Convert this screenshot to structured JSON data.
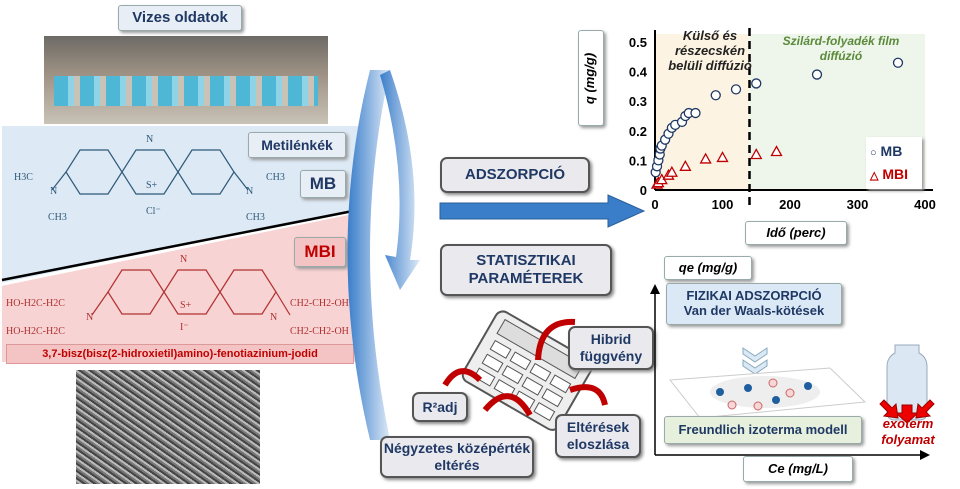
{
  "left": {
    "aqueous_label": "Vizes oldatok",
    "mb_name": "Metilénkék",
    "mb_abbr": "MB",
    "mb_groups": {
      "left_top": "H3C",
      "left_bottom": "CH3",
      "right_top": "CH3",
      "right_bottom": "CH3",
      "n_top": "N",
      "s": "S+",
      "counter_ion": "Cl⁻",
      "n_left": "N",
      "n_right": "N"
    },
    "mbi_abbr": "MBI",
    "mbi_groups": {
      "left_top": "HO-H2C-H2C",
      "left_bottom": "HO-H2C-H2C",
      "right_top": "CH2-CH2-OH",
      "right_bottom": "CH2-CH2-OH",
      "n_top": "N",
      "s": "S+",
      "counter_ion": "I⁻",
      "n_left": "N",
      "n_right": "N"
    },
    "mbi_name": "3,7-bisz(bisz(2-hidroxietil)amino)-fenotiazinium-jodid"
  },
  "middle": {
    "adsorption_label": "ADSZORPCIÓ",
    "stats_label_1": "STATISZTIKAI",
    "stats_label_2": "PARAMÉTEREK",
    "hybrid": "Hibrid függvény",
    "r2": "R²adj",
    "rmse": "Négyzetes középérték eltérés",
    "residuals": "Eltérések eloszlása"
  },
  "colors": {
    "mb": "#1f3864",
    "mbi": "#c00000",
    "arrow": "#3a7dc9"
  },
  "chart_data": {
    "type": "scatter",
    "xlabel": "Idő (perc)",
    "ylabel": "q (mg/g)",
    "xlim": [
      0,
      400
    ],
    "ylim": [
      0,
      0.5
    ],
    "xticks": [
      "0",
      "100",
      "200",
      "300",
      "400"
    ],
    "yticks": [
      "0",
      "0.1",
      "0.2",
      "0.3",
      "0.4",
      "0.5"
    ],
    "divider_x": 140,
    "region_left": "Külső és részecskén belüli diffúzió",
    "region_right": "Szilárd-folyadék film diffúzió",
    "legend_position": "bottom-right",
    "series": [
      {
        "name": "MB",
        "marker": "circle",
        "x": [
          1,
          3,
          5,
          7,
          8,
          10,
          15,
          20,
          25,
          30,
          40,
          45,
          50,
          60,
          90,
          120,
          150,
          240,
          360
        ],
        "y": [
          0.06,
          0.08,
          0.1,
          0.12,
          0.14,
          0.15,
          0.17,
          0.19,
          0.21,
          0.22,
          0.23,
          0.25,
          0.26,
          0.26,
          0.32,
          0.34,
          0.36,
          0.39,
          0.43
        ]
      },
      {
        "name": "MBI",
        "marker": "triangle",
        "x": [
          3,
          5,
          10,
          20,
          25,
          45,
          75,
          100,
          150,
          180
        ],
        "y": [
          0.02,
          0.025,
          0.035,
          0.05,
          0.06,
          0.08,
          0.105,
          0.11,
          0.12,
          0.13
        ]
      }
    ]
  },
  "isotherm": {
    "ylabel": "qe (mg/g)",
    "xlabel": "Ce (mg/L)",
    "mechanism_1": "FIZIKAI ADSZORPCIÓ",
    "mechanism_2": "Van der Waals-kötések",
    "model": "Freundlich izoterma modell",
    "exo_1": "exoterm",
    "exo_2": "folyamat"
  }
}
